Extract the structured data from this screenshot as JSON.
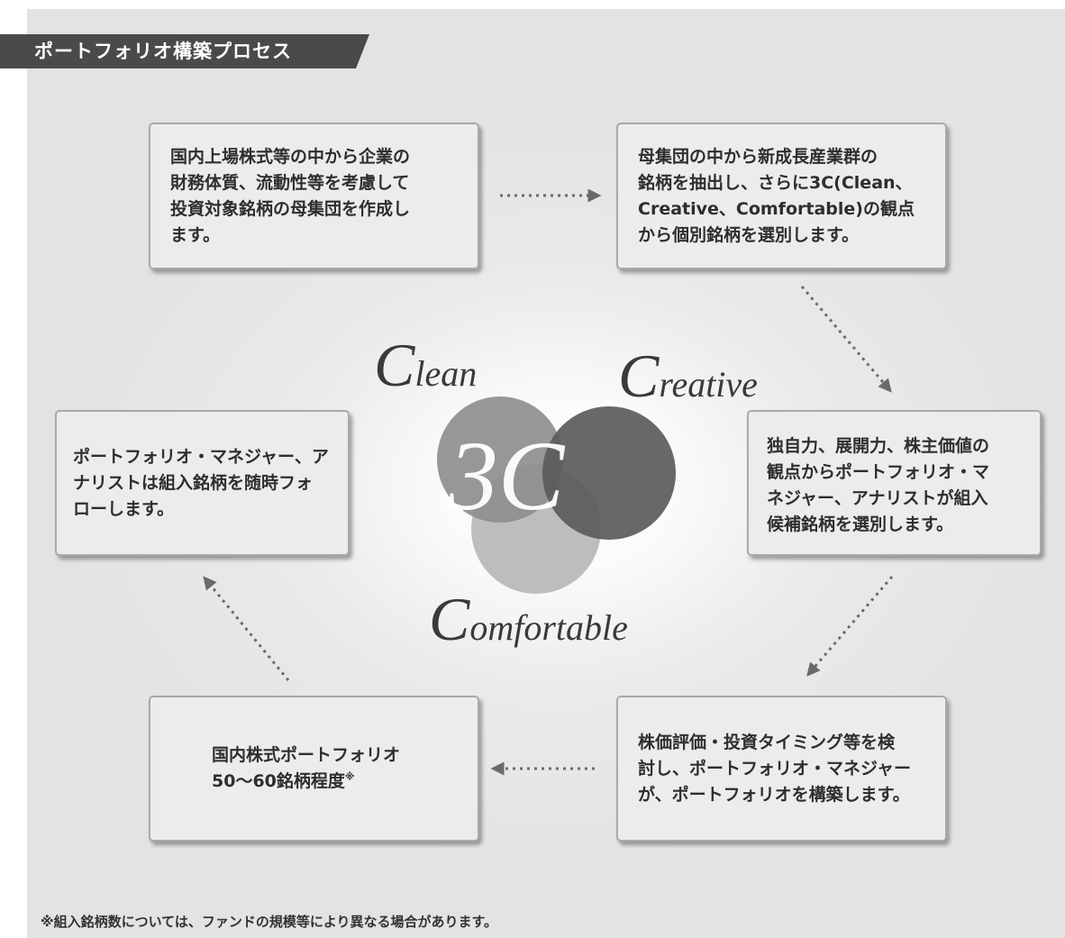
{
  "title": "ポートフォリオ構築プロセス",
  "steps": [
    {
      "text": "国内上場株式等の中から企業の\n財務体質、流動性等を考慮して\n投資対象銘柄の母集団を作成し\nます。"
    },
    {
      "text": "母集団の中から新成長産業群の\n銘柄を抽出し、さらに3C(Clean、\nCreative、Comfortable)の観点\nから個別銘柄を選別します。"
    },
    {
      "text": "独自力、展開力、株主価値の\n観点からポートフォリオ・マ\nネジャー、アナリストが組入\n候補銘柄を選別します。"
    },
    {
      "text": "株価評価・投資タイミング等を検\n討し、ポートフォリオ・マネジャー\nが、ポートフォリオを構築します。"
    },
    {
      "text": "国内株式ポートフォリオ\n50〜60銘柄程度",
      "sup": "※"
    },
    {
      "text": "ポートフォリオ・マネジャー、ア\nナリストは組入銘柄を随時フォ\nローします。"
    }
  ],
  "center": {
    "logo": "3C",
    "words": [
      {
        "initial": "C",
        "rest": "lean"
      },
      {
        "initial": "C",
        "rest": "reative"
      },
      {
        "initial": "C",
        "rest": "omfortable"
      }
    ]
  },
  "footnote": "※組入銘柄数については、ファンドの規模等により異なる場合があります。",
  "colors": {
    "title_bar": "#4a4a4a",
    "circle_clean": "#8e8e8e",
    "circle_creative": "#5b5b5b",
    "circle_comfortable": "#bdbdbd",
    "arrow": "#6a6a6a"
  }
}
